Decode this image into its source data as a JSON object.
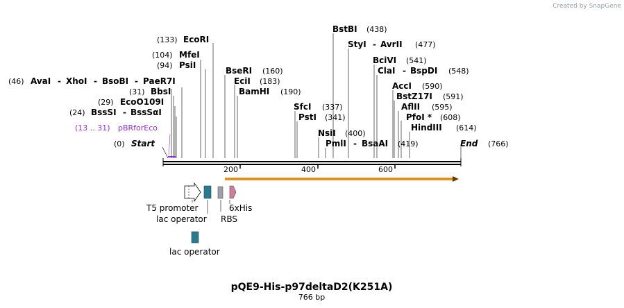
{
  "credit": "Created by SnapGene",
  "plasmid": {
    "name": "pQE9-His-p97deltaD2(K251A)",
    "length_label": "766 bp",
    "length": 766
  },
  "ticks": [
    "200",
    "400",
    "600"
  ],
  "start_label": {
    "num": "(0)",
    "name": "Start"
  },
  "end_label": {
    "name": "End",
    "num": "(766)"
  },
  "primer": {
    "range": "(13 .. 31)",
    "name": "pBRforEco",
    "color": "#8e2fc0"
  },
  "sites": [
    {
      "num": "(46)",
      "names": [
        "AvaI",
        "XhoI",
        "BsoBI",
        "PaeR7I"
      ]
    },
    {
      "num": "(31)",
      "names": [
        "BbsI"
      ]
    },
    {
      "num": "(29)",
      "names": [
        "EcoO109I"
      ]
    },
    {
      "num": "(24)",
      "names": [
        "BssSI",
        "BssSαI"
      ]
    },
    {
      "num": "(133)",
      "names": [
        "EcoRI"
      ]
    },
    {
      "num": "(104)",
      "names": [
        "MfeI"
      ]
    },
    {
      "num": "(94)",
      "names": [
        "PsiI"
      ]
    },
    {
      "num": "(160)",
      "names": [
        "BseRI"
      ]
    },
    {
      "num": "(183)",
      "names": [
        "EciI"
      ]
    },
    {
      "num": "(190)",
      "names": [
        "BamHI"
      ]
    },
    {
      "num": "(438)",
      "names": [
        "BstBI"
      ]
    },
    {
      "num": "(477)",
      "names": [
        "StyI",
        "AvrII"
      ]
    },
    {
      "num": "(337)",
      "names": [
        "SfcI"
      ]
    },
    {
      "num": "(341)",
      "names": [
        "PstI"
      ]
    },
    {
      "num": "(400)",
      "names": [
        "NsiI"
      ]
    },
    {
      "num": "(419)",
      "names": [
        "PmlI",
        "BsaAI"
      ]
    },
    {
      "num": "(541)",
      "names": [
        "BciVI"
      ]
    },
    {
      "num": "(548)",
      "names": [
        "ClaI",
        "BspDI"
      ]
    },
    {
      "num": "(590)",
      "names": [
        "AccI"
      ]
    },
    {
      "num": "(591)",
      "names": [
        "BstZ17I"
      ]
    },
    {
      "num": "(595)",
      "names": [
        "AflII"
      ]
    },
    {
      "num": "(608)",
      "names": [
        "PfoI *"
      ]
    },
    {
      "num": "(614)",
      "names": [
        "HindIII"
      ]
    }
  ],
  "features": {
    "t5": "T5 promoter",
    "lac1": "lac operator",
    "rbs": "RBS",
    "his": "6xHis",
    "lac2": "lac operator"
  },
  "colors": {
    "lac_operator": "#2d7a8c",
    "rbs": "#a0a0a8",
    "his": "#c77f9a",
    "orf": "#f2a93b"
  }
}
